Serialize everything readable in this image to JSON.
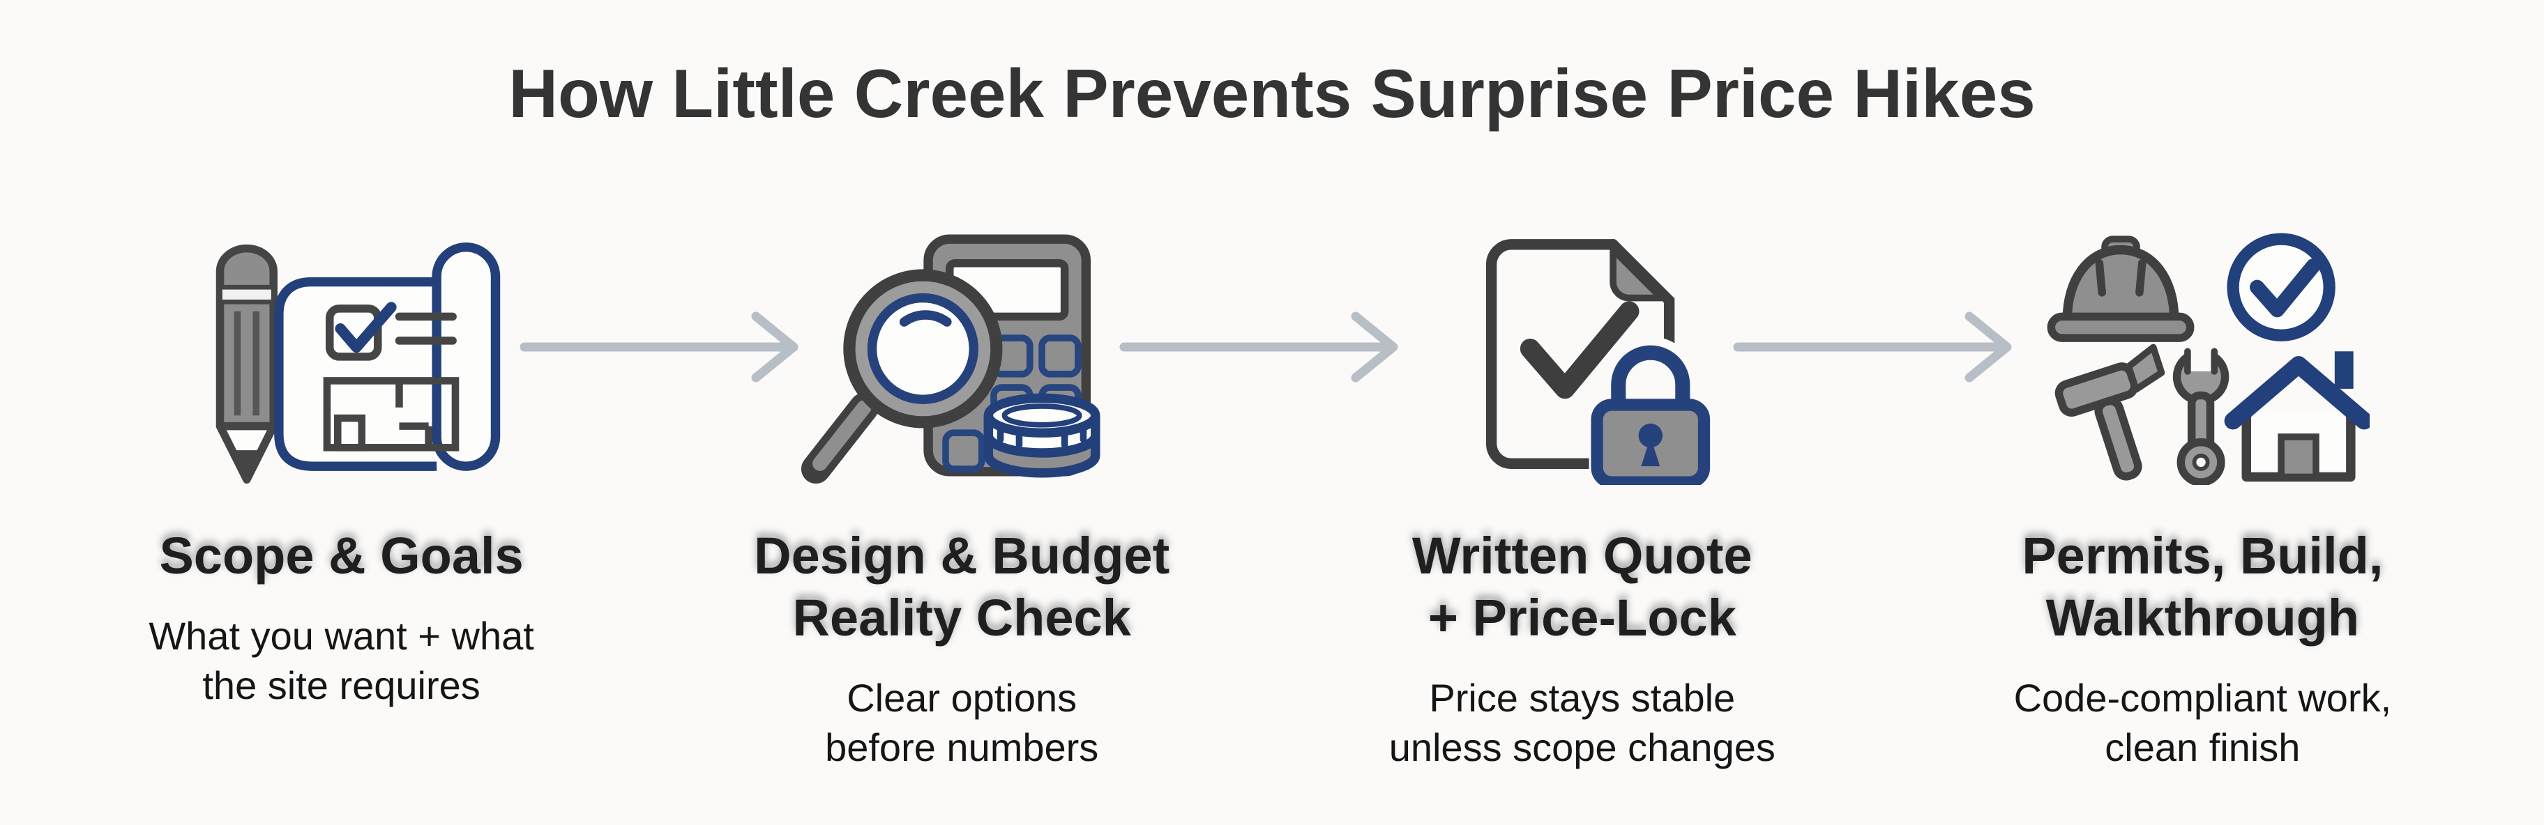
{
  "page": {
    "title": "How Little Creek Prevents Surprise Price Hikes",
    "background_color": "#fbfaf8"
  },
  "colors": {
    "navy_accent": "#23407b",
    "dark_gray": "#404040",
    "mid_gray": "#8f8f8f",
    "arrow_gray": "#b7bec6",
    "title_text": "#343434",
    "heading_text": "#1f1f1f",
    "body_text": "#151515"
  },
  "steps": [
    {
      "icon": "pencil-blueprint-icon",
      "heading_lines": [
        "Scope & Goals"
      ],
      "desc_lines": [
        "What you want + what",
        "the site requires"
      ]
    },
    {
      "icon": "magnifier-calculator-coins-icon",
      "heading_lines": [
        "Design & Budget",
        "Reality Check"
      ],
      "desc_lines": [
        "Clear options",
        "before numbers"
      ]
    },
    {
      "icon": "document-check-padlock-icon",
      "heading_lines": [
        "Written Quote",
        "+ Price-Lock"
      ],
      "desc_lines": [
        "Price stays stable",
        "unless scope changes"
      ]
    },
    {
      "icon": "hardhat-tools-house-icon",
      "heading_lines": [
        "Permits, Build,",
        "Walkthrough"
      ],
      "desc_lines": [
        "Code-compliant work,",
        "clean finish"
      ]
    }
  ],
  "connectors": [
    {
      "icon": "arrow-right-icon"
    },
    {
      "icon": "arrow-right-icon"
    },
    {
      "icon": "arrow-right-icon"
    }
  ]
}
